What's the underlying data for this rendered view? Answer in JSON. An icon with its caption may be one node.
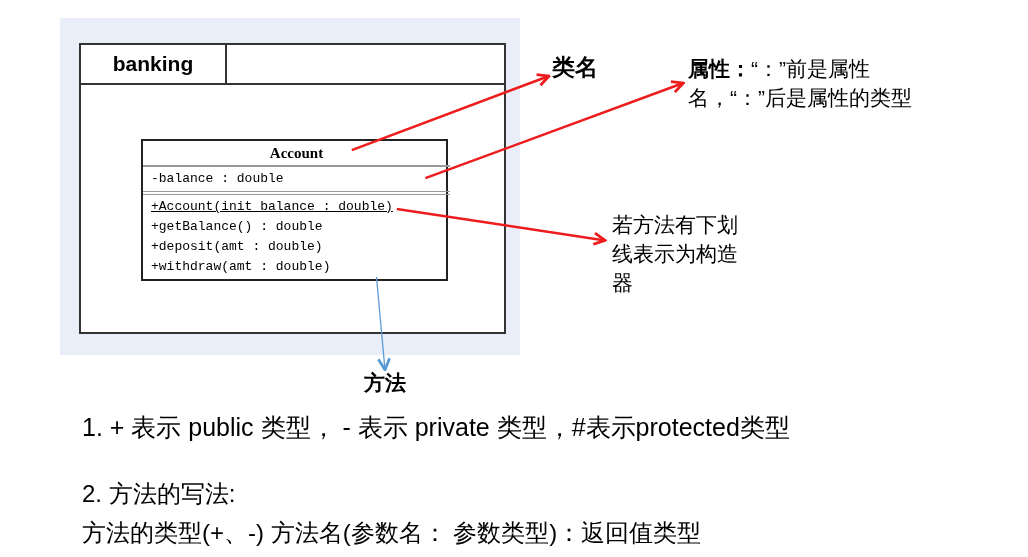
{
  "diagram": {
    "nodes": [
      {
        "text": [
          "banking"
        ]
      },
      {
        "text": [],
        "shape": "box",
        "in": 0
      },
      {
        "text": [
          "Account"
        ],
        "in": 1
      },
      {
        "text": [
          "-balance : double"
        ],
        "in": 1
      },
      {
        "text": [
          "+Account(init_balance : double)",
          "+getBalance() : double",
          "+deposit(amt : double)",
          "+withdraw(amt : double)"
        ],
        "in": 1
      },
      {
        "text": [
          "类名"
        ]
      },
      {
        "text": [
          "**属性：**“：”前是属性名，“：”后是属性的类型"
        ]
      },
      {
        "text": [
          "若方法有下划线表示为构造器"
        ]
      },
      {
        "text": [
          "方法"
        ]
      }
    ],
    "edges": [
      {
        "from": 2,
        "to": 5,
        "arrow": "to"
      },
      {
        "from": 3,
        "to": 6,
        "arrow": "to"
      },
      {
        "from": 4,
        "to": 7,
        "arrow": "to"
      },
      {
        "from": 4,
        "to": 8,
        "arrow": "to",
        "color": "#5b9bd5"
      }
    ],
    "labels": [
      "1. + 表示 public 类型， - 表示 private 类型，#表示protected类型",
      "2. 方法的写法:",
      "方法的类型(+、-) 方法名(参数名： 参数类型)：返回值类型"
    ]
  }
}
